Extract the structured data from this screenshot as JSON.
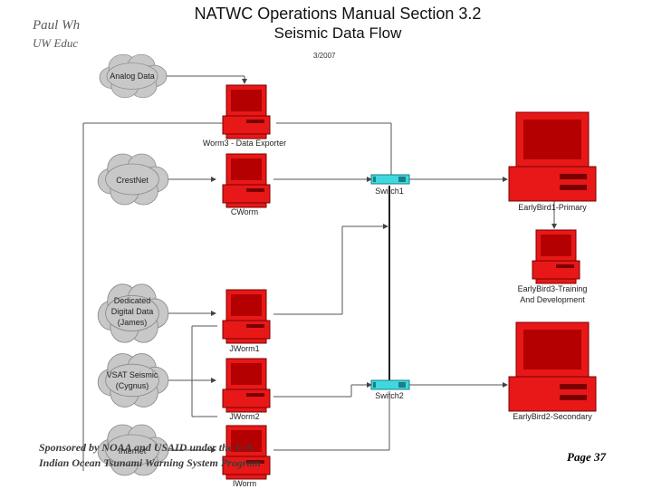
{
  "header": {
    "author": "Paul Wh",
    "org": "UW Educ"
  },
  "title": {
    "line1": "NATWC Operations Manual Section 3.2",
    "line2": "Seismic Data Flow",
    "date": "3/2007"
  },
  "sources": [
    {
      "id": "analog",
      "lines": [
        "Analog Data"
      ]
    },
    {
      "id": "crestnet",
      "lines": [
        "CrestNet"
      ]
    },
    {
      "id": "dedicated",
      "lines": [
        "Dedicated",
        "Digital Data",
        "(James)"
      ]
    },
    {
      "id": "vsat",
      "lines": [
        "VSAT Seismic",
        "(Cygnus)"
      ]
    },
    {
      "id": "internet",
      "lines": [
        "Internet"
      ]
    }
  ],
  "computers": [
    {
      "id": "worm3",
      "label": "Worm3 - Data Exporter"
    },
    {
      "id": "cworm",
      "label": "CWorm"
    },
    {
      "id": "jworm1",
      "label": "JWorm1"
    },
    {
      "id": "jworm2",
      "label": "JWorm2"
    },
    {
      "id": "iworm",
      "label": "IWorm"
    },
    {
      "id": "eb1",
      "label": "EarlyBird1-Primary"
    },
    {
      "id": "eb3",
      "label": "EarlyBird3-Training And Development",
      "lines": [
        "EarlyBird3-Training",
        "And Development"
      ]
    },
    {
      "id": "eb2",
      "label": "EarlyBird2-Secondary"
    }
  ],
  "switches": [
    {
      "id": "switch1",
      "label": "Switch1"
    },
    {
      "id": "switch2",
      "label": "Switch2"
    }
  ],
  "footer": {
    "line1": "Sponsored by NOAA and USAID under the U.S.",
    "line2": "Indian Ocean Tsunami Warning System Program",
    "page": "Page 37"
  },
  "colors": {
    "computer_red": "#e81818",
    "computer_dark": "#b40000",
    "cloud_gray": "#c8c8c8",
    "switch_cyan": "#40d8e0",
    "line_gray": "#555555"
  }
}
